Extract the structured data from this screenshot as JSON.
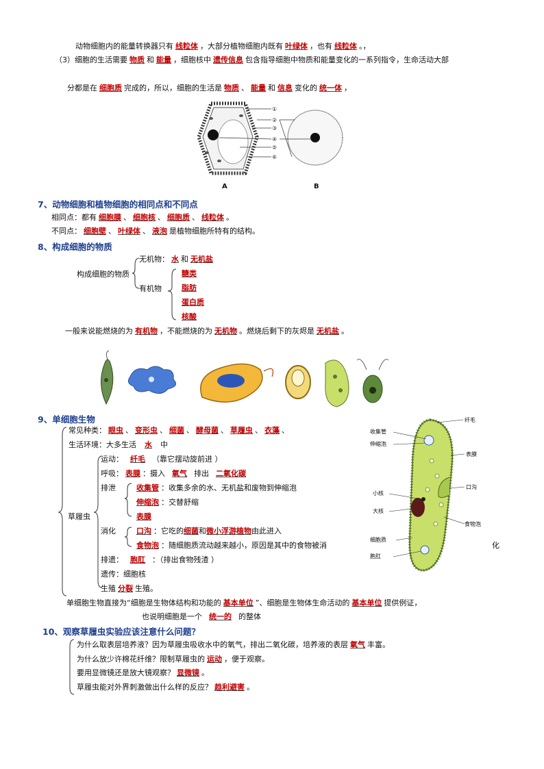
{
  "sec_energy": {
    "line1": {
      "t1": "动物细胞内的能量转换器只有",
      "a1": "线粒体",
      "t2": "，大部分植物细胞内既有",
      "a2": "叶绿体",
      "t3": "，也有",
      "a3": "线粒体",
      "t4": "。，"
    },
    "line2": {
      "t1": "（3）细胞的生活需要",
      "a1": "物质",
      "t2": "和",
      "a2": "能量",
      "t3": "，细胞核中",
      "a3": "遗传信息",
      "t4": "包含指导细胞中物质和能量变化的一系列指令，生命活动大部"
    },
    "line3": {
      "t1": "分都是在",
      "a1": "细胞质",
      "t2": "完成的，所以，细胞的生活是",
      "a2": "物质",
      "t3": "、",
      "a3": "能量",
      "t4": "和",
      "a4": "信息",
      "t5": "变化的",
      "a5": "统一体",
      "t6": "，"
    }
  },
  "cell_diagram": {
    "numbers": [
      "①",
      "②",
      "③",
      "④",
      "⑤",
      "⑥"
    ],
    "label_a": "A",
    "label_b": "B"
  },
  "sec7": {
    "heading": "7、动物细胞和植物细胞的相同点和不同点",
    "same": {
      "t1": "相同点：都有",
      "a1": "细胞膜",
      "t2": "、",
      "a2": "细胞核",
      "t3": "、",
      "a3": "细胞质",
      "t4": "、",
      "a4": "线粒体",
      "t5": "。"
    },
    "diff": {
      "t1": "不同点：",
      "a1": "细胞壁",
      "t2": "、",
      "a2": "叶绿体",
      "t3": "、",
      "a3": "液泡",
      "t4": "是植物细胞所特有的结构。"
    }
  },
  "sec8": {
    "heading": "8、构成细胞的物质",
    "root": "构成细胞的物质",
    "inorganic": {
      "t1": "无机物：",
      "a1": "水",
      "t2": "和",
      "a2": "无机盐"
    },
    "organic_label": "有机物",
    "organic_items": [
      "糖类",
      "脂肪",
      "蛋白质",
      "核酸"
    ],
    "burn": {
      "t1": "一般来说能燃烧的为",
      "a1": "有机物",
      "t2": "，不能燃烧的为",
      "a2": "无机物",
      "t3": "。燃烧后剩下的灰烬是",
      "a3": "无机盐",
      "t4": "。"
    }
  },
  "sec9": {
    "heading": "9、单细胞生物",
    "kinds": {
      "t1": "常见种类：",
      "items": [
        "眼虫",
        "变形虫",
        "细菌",
        "酵母菌",
        "草履虫",
        "衣藻"
      ],
      "sep": "、"
    },
    "habitat": {
      "t1": "生活环境：大多生活",
      "a1": "水",
      "t2": "中"
    },
    "paramecium": "草履虫",
    "move": {
      "t1": "运动：",
      "a1": "纤毛",
      "t2": "（靠它摆动旋前进 ）"
    },
    "breath": {
      "t1": "呼吸：",
      "a1": "表膜",
      "t2": "：摄入",
      "a2": "氧气",
      "t3": "排出",
      "a3": "二氧化碳"
    },
    "excrete_label": "排泄",
    "excrete1": {
      "a1": "收集管",
      "t1": "：收集多余的水、无机盐和废物到伸缩泡"
    },
    "excrete2": {
      "a1": "伸缩泡",
      "t1": "：交替舒缩"
    },
    "excrete3": {
      "a1": "表膜"
    },
    "digest_label": "消化",
    "digest1": {
      "a1": "口沟",
      "t1": "：它吃的",
      "a2": "细菌",
      "t2": "和",
      "a3": "微小浮游植物",
      "t3": "由此进入"
    },
    "digest2": {
      "a1": "食物泡",
      "t1": "：随细胞质流动越来越小，原因是其中的食物被消"
    },
    "digest_tail": "化",
    "egest": {
      "t1": "排遗：",
      "a1": "胞肛",
      "t2": "：（排出食物残渣 ）"
    },
    "heredity": "遗传：细胞核",
    "repro": {
      "t1": "生殖",
      "a1": "分裂",
      "t2": "生殖。"
    },
    "summary1": {
      "t1": "单细胞生物直接为“细胞是生物体结构和功能的",
      "a1": "基本单位",
      "t2": "”、细胞是生物体生命活动的",
      "a2": "基本单位",
      "t3": "提供例证，"
    },
    "summary2": {
      "t1": "也说明细胞是一个",
      "a1": "统一的",
      "t2": "的整体"
    },
    "figure_labels": {
      "cilia": "纤毛",
      "collect": "收集管",
      "contract": "伸缩泡",
      "pellicle": "表膜",
      "micro": "小核",
      "macro": "大核",
      "groove": "口沟",
      "food": "食物泡",
      "cyto": "细胞质",
      "anal": "胞肛"
    }
  },
  "sec10": {
    "heading": "10、观察草履虫实验应该注意什么问题？",
    "q1": {
      "t1": "为什么取表层培养液？因为草履虫吸收水中的氧气，排出二氧化碳，培养液的表层",
      "a1": "氧气",
      "t2": "丰富。"
    },
    "q2": {
      "t1": "为什么放少许棉花纤维？限制草履虫的",
      "a1": "运动",
      "t2": "，便于观察。"
    },
    "q3": {
      "t1": "要用显微镜还是放大镜观察？",
      "a1": "显微镜",
      "t2": "。"
    },
    "q4": {
      "t1": "草履虫能对外界刺激做出什么样的反应？",
      "a1": "趋利避害",
      "t2": "。"
    }
  },
  "colors": {
    "answer": "#c00000",
    "heading": "#1f3f8f",
    "paramecium": "#c8e06a"
  }
}
